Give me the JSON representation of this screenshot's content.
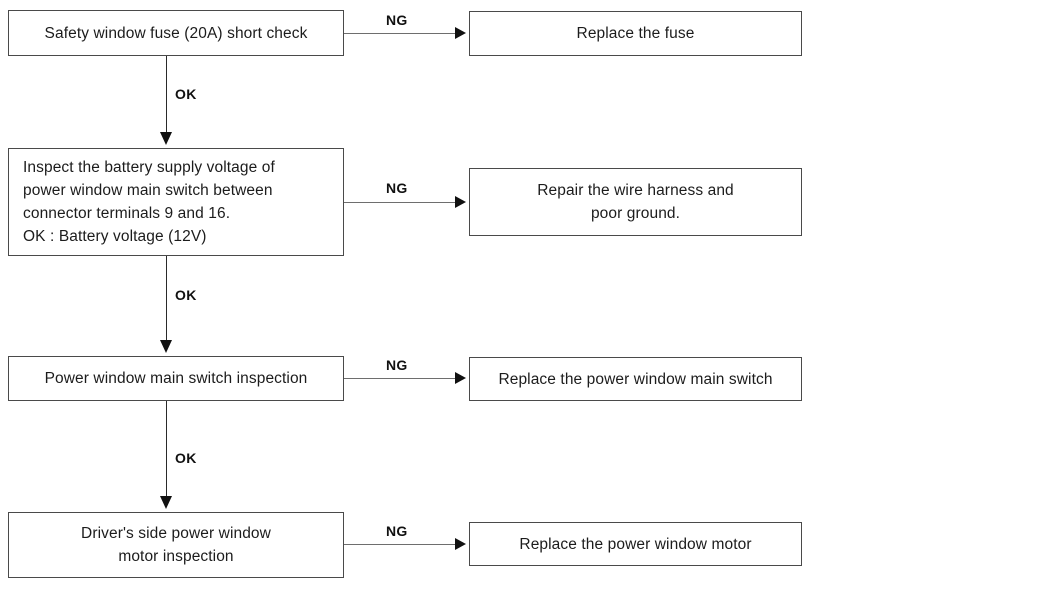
{
  "diagram": {
    "title": "Power window system troubleshooting flowchart",
    "colors": {
      "box_border": "#4a4a4a",
      "background": "#ffffff",
      "text": "#1c1c1c",
      "connector_horizontal": "#6e6e6e",
      "connector_vertical": "#2a2a2a",
      "arrowhead": "#111111"
    },
    "steps": [
      {
        "id": "step-1",
        "text": "Safety window fuse (20A) short check",
        "fail_label": "NG",
        "fail_text": "Replace the fuse",
        "pass_label": "OK"
      },
      {
        "id": "step-2",
        "text": "Inspect the battery supply voltage of\npower window main switch between\nconnector terminals 9 and 16.\nOK : Battery voltage (12V)",
        "fail_label": "NG",
        "fail_text": "Repair the wire harness and\npoor ground.",
        "pass_label": "OK"
      },
      {
        "id": "step-3",
        "text": "Power window main switch inspection",
        "fail_label": "NG",
        "fail_text": "Replace the power window main switch",
        "pass_label": "OK"
      },
      {
        "id": "step-4",
        "text": "Driver's side power window\nmotor  inspection",
        "fail_label": "NG",
        "fail_text": "Replace the power window motor",
        "pass_label": ""
      }
    ]
  }
}
